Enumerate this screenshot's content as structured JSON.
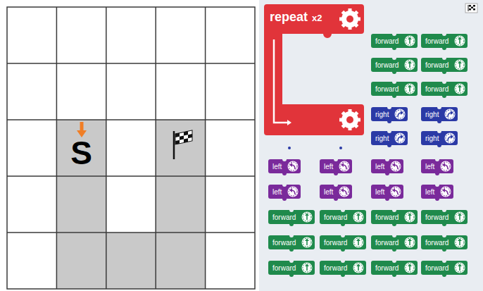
{
  "diagram": {
    "nodes": [
      {
        "text": [
          "S"
        ]
      },
      {
        "text": [
          "repeat",
          "x2"
        ]
      },
      {
        "text": [
          "forward"
        ]
      },
      {
        "text": [
          "forward"
        ]
      },
      {
        "text": [
          "forward"
        ]
      },
      {
        "text": [
          "forward"
        ]
      },
      {
        "text": [
          "forward"
        ]
      },
      {
        "text": [
          "forward"
        ]
      },
      {
        "text": [
          "right"
        ]
      },
      {
        "text": [
          "right"
        ]
      },
      {
        "text": [
          "right"
        ]
      },
      {
        "text": [
          "right"
        ]
      },
      {
        "text": [
          "left"
        ]
      },
      {
        "text": [
          "left"
        ]
      },
      {
        "text": [
          "left"
        ]
      },
      {
        "text": [
          "left"
        ]
      },
      {
        "text": [
          "left"
        ]
      },
      {
        "text": [
          "left"
        ]
      },
      {
        "text": [
          "left"
        ]
      },
      {
        "text": [
          "left"
        ]
      },
      {
        "text": [
          "forward"
        ]
      },
      {
        "text": [
          "forward"
        ]
      },
      {
        "text": [
          "forward"
        ]
      },
      {
        "text": [
          "forward"
        ]
      },
      {
        "text": [
          "forward"
        ]
      },
      {
        "text": [
          "forward"
        ]
      },
      {
        "text": [
          "forward"
        ]
      },
      {
        "text": [
          "forward"
        ]
      },
      {
        "text": [
          "forward"
        ]
      },
      {
        "text": [
          "forward"
        ]
      },
      {
        "text": [
          "forward"
        ]
      },
      {
        "text": [
          "forward"
        ]
      }
    ]
  }
}
